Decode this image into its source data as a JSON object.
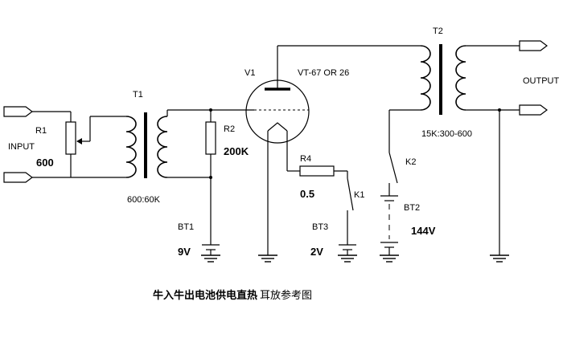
{
  "labels": {
    "r1": "R1",
    "r1_value": "600",
    "input": "INPUT",
    "t1": "T1",
    "t1_ratio": "600:60K",
    "r2": "R2",
    "r2_value": "200K",
    "bt1": "BT1",
    "bt1_value": "9V",
    "v1": "V1",
    "tube": "VT-67  OR  26",
    "r4": "R4",
    "r4_value": "0.5",
    "k1": "K1",
    "bt3": "BT3",
    "bt3_value": "2V",
    "t2": "T2",
    "t2_ratio": "15K:300-600",
    "k2": "K2",
    "bt2": "BT2",
    "bt2_value": "144V",
    "output": "OUTPUT"
  },
  "caption": {
    "bold": "牛入牛出电池供电直热",
    "normal": "耳放参考图"
  }
}
